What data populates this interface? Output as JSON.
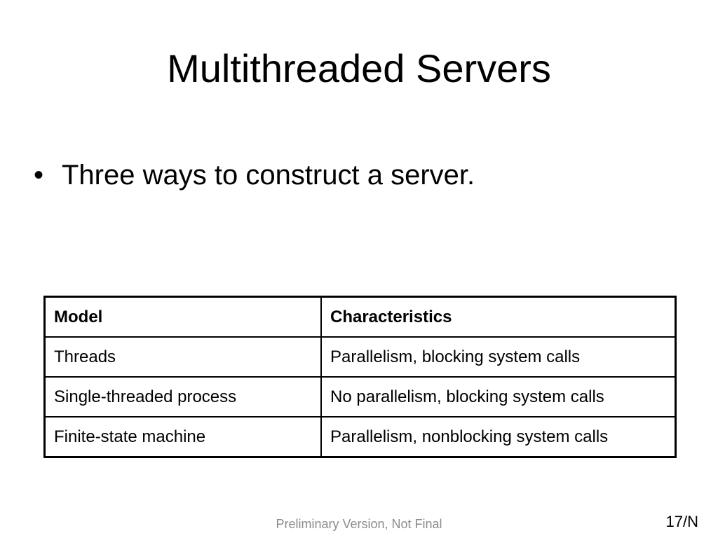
{
  "slide": {
    "title": "Multithreaded Servers",
    "bullets": [
      {
        "marker": "•",
        "text": "Three ways to construct a server."
      }
    ]
  },
  "table": {
    "headers": [
      "Model",
      "Characteristics"
    ],
    "rows": [
      [
        "Threads",
        "Parallelism, blocking system calls"
      ],
      [
        "Single-threaded process",
        "No parallelism, blocking system calls"
      ],
      [
        "Finite-state machine",
        "Parallelism, nonblocking system calls"
      ]
    ]
  },
  "footer": {
    "text": "Preliminary Version, Not Final",
    "page": "17/N"
  }
}
